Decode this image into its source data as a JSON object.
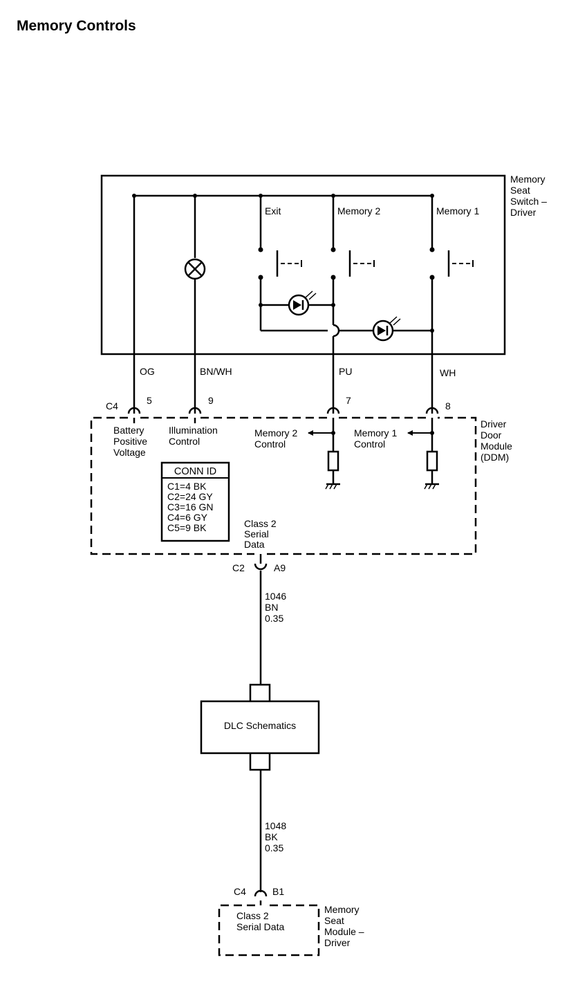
{
  "title": "Memory Controls",
  "switch": {
    "name_lines": [
      "Memory",
      "Seat",
      "Switch –",
      "Driver"
    ],
    "buttons": [
      "Exit",
      "Memory 2",
      "Memory 1"
    ]
  },
  "wires": {
    "og": "OG",
    "bnwh": "BN/WH",
    "pu": "PU",
    "wh": "WH"
  },
  "connectors": {
    "c4": "C4",
    "pin5": "5",
    "pin9": "9",
    "pin7": "7",
    "pin8": "8",
    "c2": "C2",
    "a9": "A9",
    "c4_lower": "C4",
    "b1": "B1"
  },
  "ddm": {
    "name_lines": [
      "Driver",
      "Door",
      "Module",
      "(DDM)"
    ],
    "battery_lines": [
      "Battery",
      "Positive",
      "Voltage"
    ],
    "illum_lines": [
      "Illumination",
      "Control"
    ],
    "mem2_lines": [
      "Memory 2",
      "Control"
    ],
    "mem1_lines": [
      "Memory 1",
      "Control"
    ],
    "class2_lines": [
      "Class 2",
      "Serial",
      "Data"
    ]
  },
  "conn_id": {
    "title": "CONN ID",
    "rows": [
      "C1=4 BK",
      "C2=24 GY",
      "C3=16 GN",
      "C4=6 GY",
      "C5=9 BK"
    ]
  },
  "circuit_upper": [
    "1046",
    "BN",
    "0.35"
  ],
  "dlc": "DLC Schematics",
  "circuit_lower": [
    "1048",
    "BK",
    "0.35"
  ],
  "msm": {
    "inner_lines": [
      "Class 2",
      "Serial Data"
    ],
    "name_lines": [
      "Memory",
      "Seat",
      "Module –",
      "Driver"
    ]
  }
}
